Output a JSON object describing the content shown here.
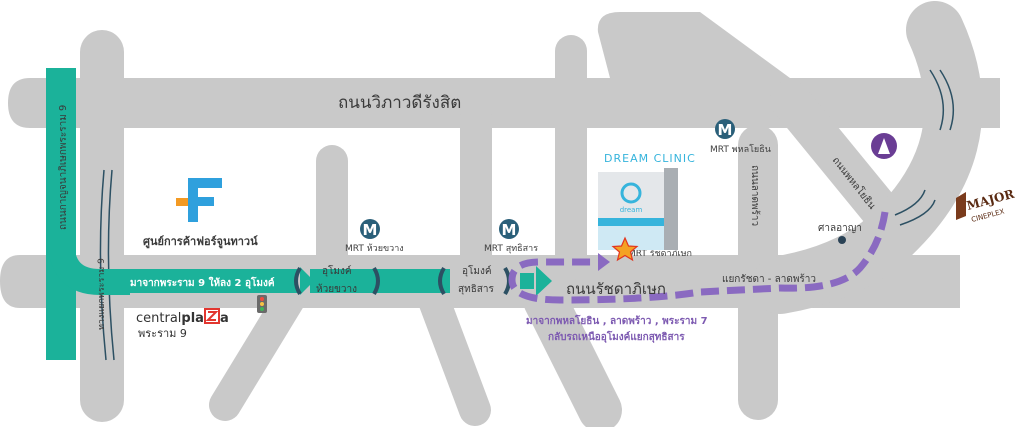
{
  "roads": {
    "main_top": "ถนนวิภาวดีรังสิต",
    "rama9_vertical": "ถนนกาญจนาภิเษกพระราม 9",
    "rama9_junction": "ทางแยกพระราม 9",
    "ratchada": "ถนนรัชดาภิเษก",
    "phahon": "ถนนพหลโยธิน",
    "lat_phrao": "ถนนลาดพร้าว",
    "ratchada_intersection": "แยกรัชดา - ลาดพร้าว"
  },
  "tunnels": {
    "huai_khwang": [
      "อุโมงค์",
      "ห้วยขวาง"
    ],
    "sutthisan": [
      "อุโมงค์",
      "สุทธิสาร"
    ]
  },
  "mrt": {
    "huai_khwang": "MRT ห้วยขวาง",
    "sutthisan": "MRT สุทธิสาร",
    "ratchadaphisek": "MRT รัชดาภิเษก",
    "phahon": "MRT พหลโยธิน",
    "icon_letter": "M"
  },
  "landmarks": {
    "fortune_town": "ศูนย์การค้าฟอร์จูนทาวน์",
    "fortune_logo": "F",
    "central_plaza_line1_a": "central",
    "central_plaza_line1_b": "pla",
    "central_plaza_line1_c": "a",
    "central_plaza_line2": "พระราม 9",
    "san_chao": "ศาลอาญา",
    "major_line1": "MAJOR",
    "major_line2": "CINEPLEX",
    "dream_clinic": "DREAM CLINIC",
    "dream_logo": "dream"
  },
  "routes": {
    "green_route": "มาจากพระราม 9 ให้ลง 2 อุโมงค์",
    "purple_route_line1": "มาจากพหลโยธิน , ลาดพร้าว , พระราม 7",
    "purple_route_line2": "กลับรถเหนืออุโมงค์แยกสุทธิสาร"
  },
  "colors": {
    "road": "#c9c9c9",
    "green_route": "#1bb29a",
    "purple_route": "#8a6ac1",
    "mrt": "#2a5f79",
    "clinic_blue": "#36b4dc",
    "star": "#f4a224"
  }
}
